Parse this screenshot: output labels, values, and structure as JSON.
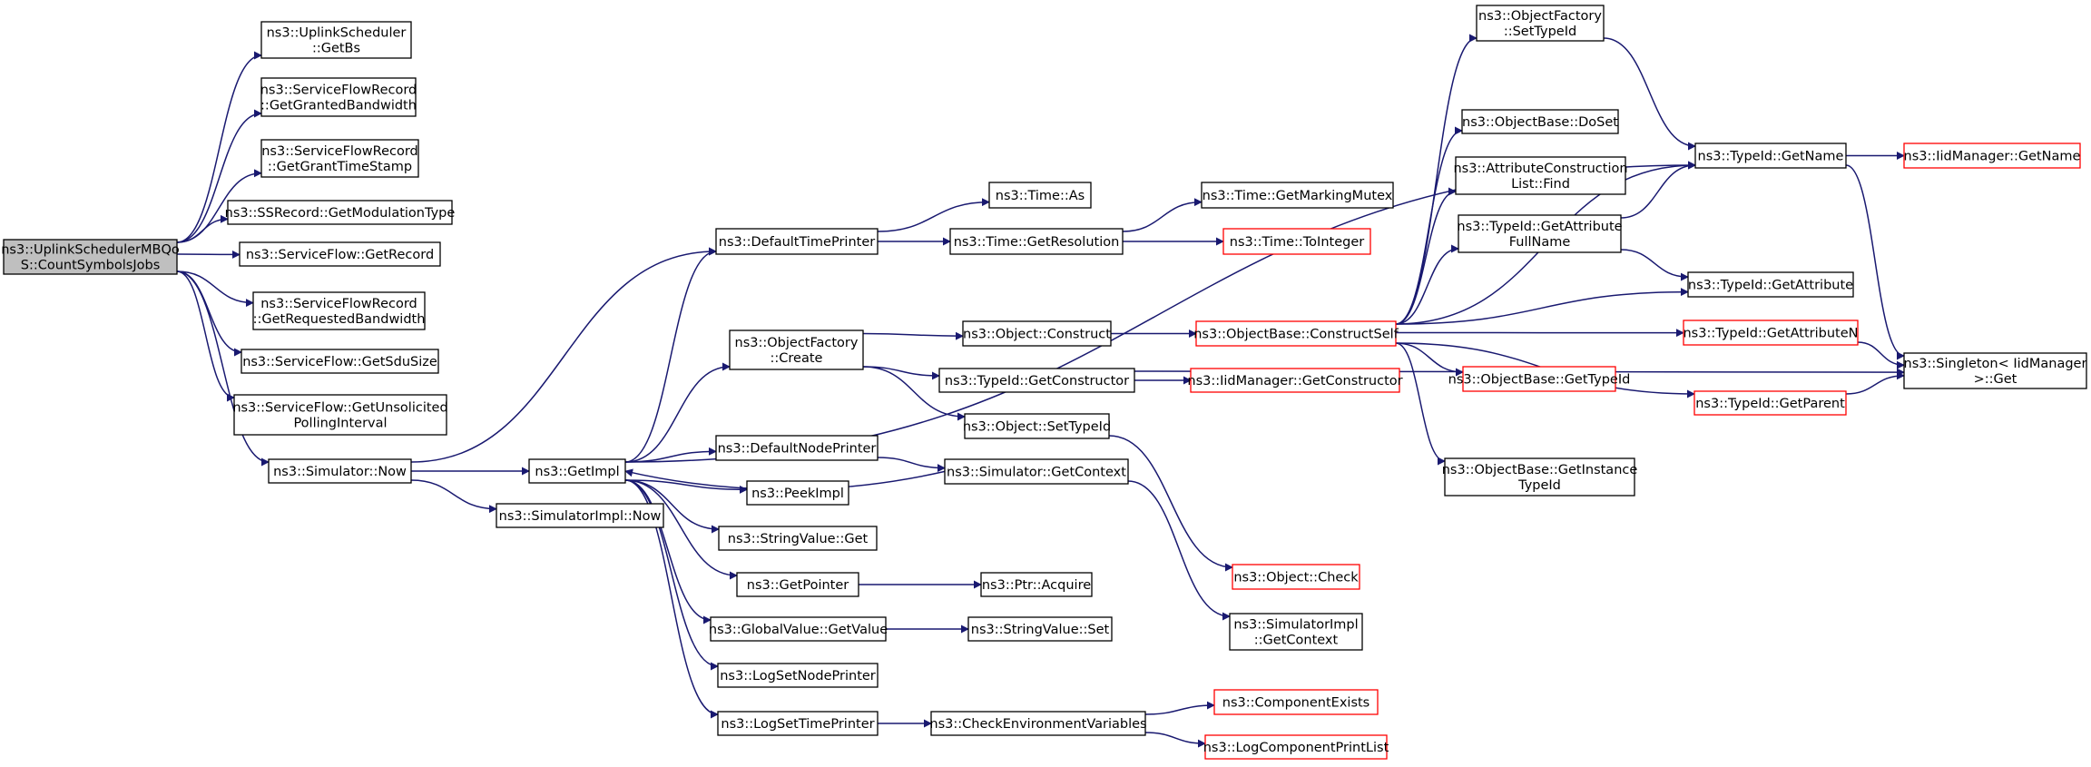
{
  "graph": {
    "edge_color": "#191970",
    "truncated_border_color": "#ff0000",
    "root_fill": "#bfbfbf",
    "nodes": [
      {
        "id": "root",
        "lines": [
          "ns3::UplinkSchedulerMBQo",
          "S::CountSymbolsJobs"
        ],
        "root": true
      },
      {
        "id": "ulGetBs",
        "lines": [
          "ns3::UplinkScheduler",
          "::GetBs"
        ]
      },
      {
        "id": "sfrGetGrantedBw",
        "lines": [
          "ns3::ServiceFlowRecord",
          "::GetGrantedBandwidth"
        ]
      },
      {
        "id": "sfrGetGrantTs",
        "lines": [
          "ns3::ServiceFlowRecord",
          "::GetGrantTimeStamp"
        ]
      },
      {
        "id": "ssGetModType",
        "lines": [
          "ns3::SSRecord::GetModulationType"
        ]
      },
      {
        "id": "sfGetRecord",
        "lines": [
          "ns3::ServiceFlow::GetRecord"
        ]
      },
      {
        "id": "sfrGetReqBw",
        "lines": [
          "ns3::ServiceFlowRecord",
          "::GetRequestedBandwidth"
        ]
      },
      {
        "id": "sfGetSduSize",
        "lines": [
          "ns3::ServiceFlow::GetSduSize"
        ]
      },
      {
        "id": "sfGetUnsolicited",
        "lines": [
          "ns3::ServiceFlow::GetUnsolicited",
          "PollingInterval"
        ]
      },
      {
        "id": "simNow",
        "lines": [
          "ns3::Simulator::Now"
        ]
      },
      {
        "id": "getImpl",
        "lines": [
          "ns3::GetImpl"
        ]
      },
      {
        "id": "simImplNow",
        "lines": [
          "ns3::SimulatorImpl::Now"
        ]
      },
      {
        "id": "defTimePrinter",
        "lines": [
          "ns3::DefaultTimePrinter"
        ]
      },
      {
        "id": "objFactoryCreate",
        "lines": [
          "ns3::ObjectFactory",
          "::Create"
        ]
      },
      {
        "id": "defNodePrinter",
        "lines": [
          "ns3::DefaultNodePrinter"
        ]
      },
      {
        "id": "peekImpl",
        "lines": [
          "ns3::PeekImpl"
        ]
      },
      {
        "id": "strValGet",
        "lines": [
          "ns3::StringValue::Get"
        ]
      },
      {
        "id": "getPointer",
        "lines": [
          "ns3::GetPointer"
        ]
      },
      {
        "id": "gvGetValue",
        "lines": [
          "ns3::GlobalValue::GetValue"
        ]
      },
      {
        "id": "logSetNodePrinter",
        "lines": [
          "ns3::LogSetNodePrinter"
        ]
      },
      {
        "id": "logSetTimePrinter",
        "lines": [
          "ns3::LogSetTimePrinter"
        ]
      },
      {
        "id": "timeAs",
        "lines": [
          "ns3::Time::As"
        ]
      },
      {
        "id": "timeGetRes",
        "lines": [
          "ns3::Time::GetResolution"
        ]
      },
      {
        "id": "objConstruct",
        "lines": [
          "ns3::Object::Construct"
        ]
      },
      {
        "id": "tidGetCtor",
        "lines": [
          "ns3::TypeId::GetConstructor"
        ]
      },
      {
        "id": "objSetTypeId",
        "lines": [
          "ns3::Object::SetTypeId"
        ]
      },
      {
        "id": "simGetContext",
        "lines": [
          "ns3::Simulator::GetContext"
        ]
      },
      {
        "id": "ptrAcquire",
        "lines": [
          "ns3::Ptr::Acquire"
        ]
      },
      {
        "id": "strValSet",
        "lines": [
          "ns3::StringValue::Set"
        ]
      },
      {
        "id": "checkEnvVars",
        "lines": [
          "ns3::CheckEnvironmentVariables"
        ]
      },
      {
        "id": "timeGetMarkingMutex",
        "lines": [
          "ns3::Time::GetMarkingMutex"
        ]
      },
      {
        "id": "timeToInteger",
        "lines": [
          "ns3::Time::ToInteger"
        ],
        "truncated": true
      },
      {
        "id": "objBaseConstructSelf",
        "lines": [
          "ns3::ObjectBase::ConstructSelf"
        ],
        "truncated": true
      },
      {
        "id": "iidGetCtor",
        "lines": [
          "ns3::IidManager::GetConstructor"
        ],
        "truncated": true
      },
      {
        "id": "objCheck",
        "lines": [
          "ns3::Object::Check"
        ],
        "truncated": true
      },
      {
        "id": "simImplGetContext",
        "lines": [
          "ns3::SimulatorImpl",
          "::GetContext"
        ]
      },
      {
        "id": "componentExists",
        "lines": [
          "ns3::ComponentExists"
        ],
        "truncated": true
      },
      {
        "id": "logComponentPrintList",
        "lines": [
          "ns3::LogComponentPrintList"
        ],
        "truncated": true
      },
      {
        "id": "ofSetTypeId",
        "lines": [
          "ns3::ObjectFactory",
          "::SetTypeId"
        ]
      },
      {
        "id": "obDoSet",
        "lines": [
          "ns3::ObjectBase::DoSet"
        ]
      },
      {
        "id": "attrConstrFind",
        "lines": [
          "ns3::AttributeConstruction",
          "List::Find"
        ]
      },
      {
        "id": "tidGetAttrFullName",
        "lines": [
          "ns3::TypeId::GetAttribute",
          "FullName"
        ]
      },
      {
        "id": "obGetTypeId",
        "lines": [
          "ns3::ObjectBase::GetTypeId"
        ],
        "truncated": true
      },
      {
        "id": "obGetInstanceTypeId",
        "lines": [
          "ns3::ObjectBase::GetInstance",
          "TypeId"
        ]
      },
      {
        "id": "tidGetName",
        "lines": [
          "ns3::TypeId::GetName"
        ]
      },
      {
        "id": "tidGetAttribute",
        "lines": [
          "ns3::TypeId::GetAttribute"
        ]
      },
      {
        "id": "tidGetAttributeN",
        "lines": [
          "ns3::TypeId::GetAttributeN"
        ],
        "truncated": true
      },
      {
        "id": "tidGetParent",
        "lines": [
          "ns3::TypeId::GetParent"
        ],
        "truncated": true
      },
      {
        "id": "iidGetName",
        "lines": [
          "ns3::IidManager::GetName"
        ],
        "truncated": true
      },
      {
        "id": "singletonGet",
        "lines": [
          "ns3::Singleton< IidManager",
          " >::Get"
        ]
      }
    ]
  }
}
